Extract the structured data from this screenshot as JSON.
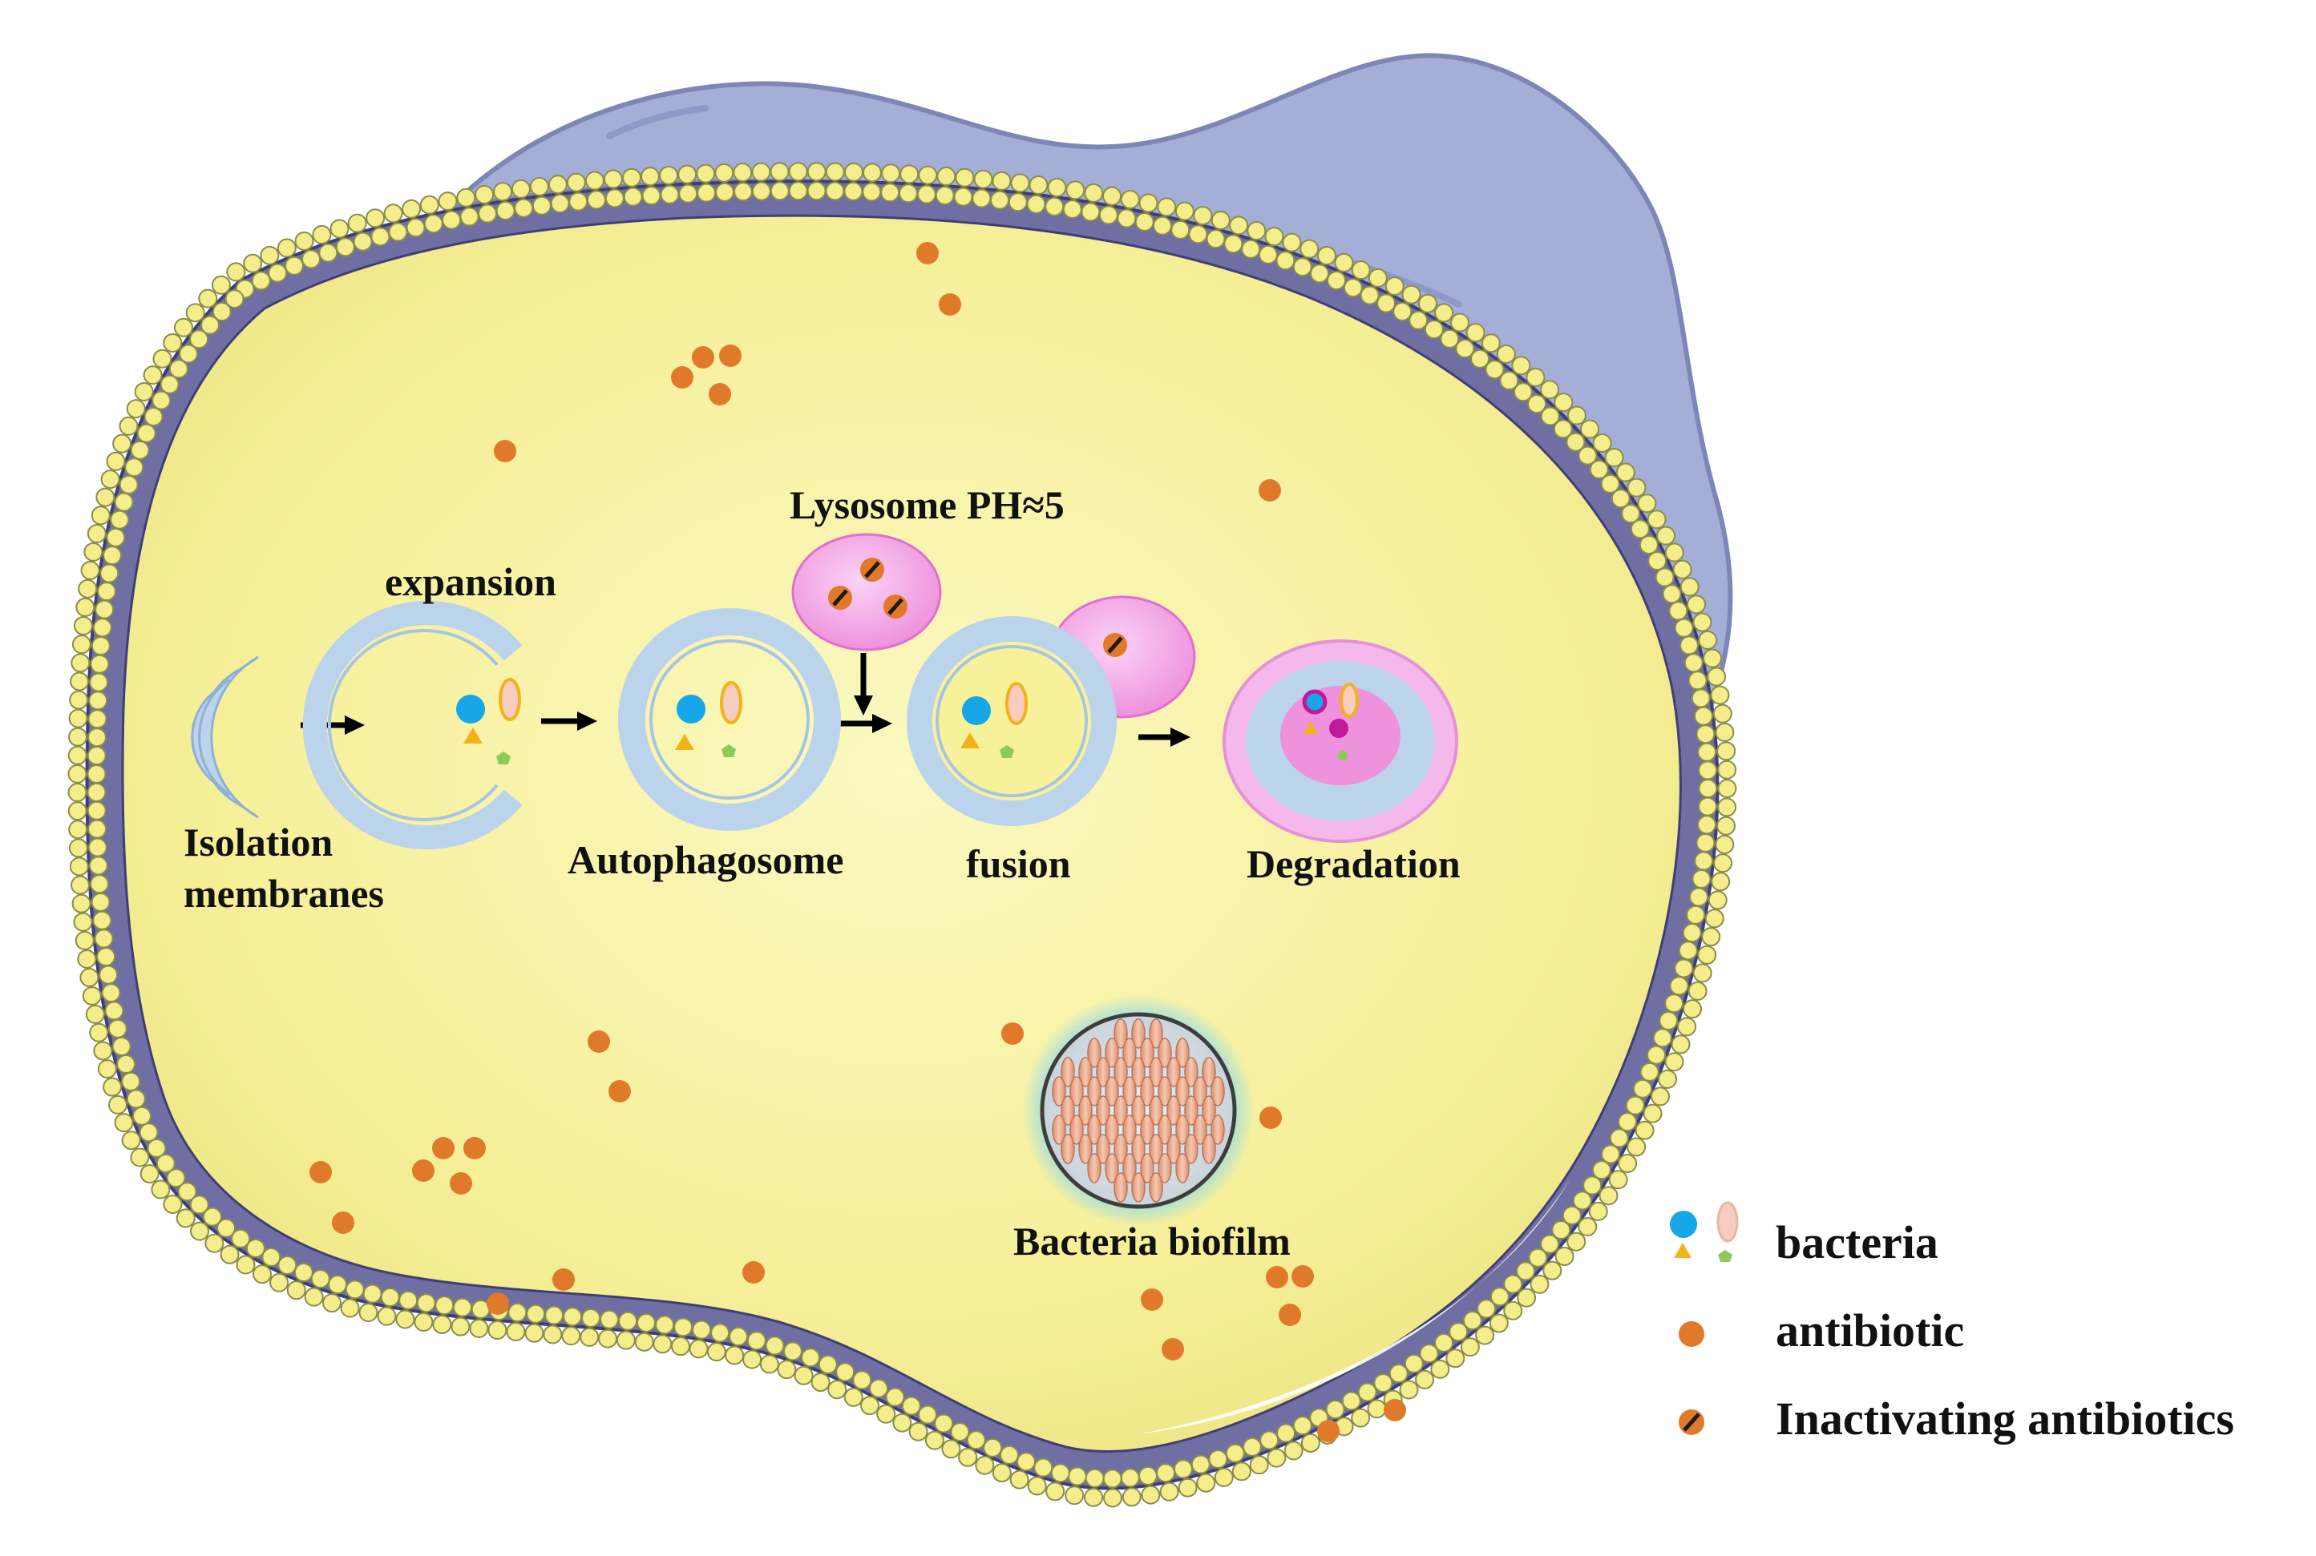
{
  "labels": {
    "expansion": "expansion",
    "isolation_line1": "Isolation",
    "isolation_line2": "membranes",
    "autophagosome": "Autophagosome",
    "lysosome": "Lysosome PH≈5",
    "fusion": "fusion",
    "degradation": "Degradation",
    "biofilm": "Bacteria biofilm"
  },
  "legend": {
    "bacteria": "bacteria",
    "antibiotic": "antibiotic",
    "inactivating": "Inactivating antibiotics"
  },
  "colors": {
    "cytoplasm": "#f7f29a",
    "membrane_bead": "#f3ee8a",
    "membrane_band": "#6f6fa3",
    "nucleus": "#a5aed6",
    "vesicle_ring": "#bcd3ec",
    "lysosome": "#f2a6e6",
    "antibiotic": "#e07a2a",
    "bacteria_blue": "#17a6e8",
    "bacteria_pink": "#f6cdbf",
    "triangle": "#f3b21a",
    "pentagon": "#8acb5a",
    "degraded_magenta": "#c2189c"
  }
}
